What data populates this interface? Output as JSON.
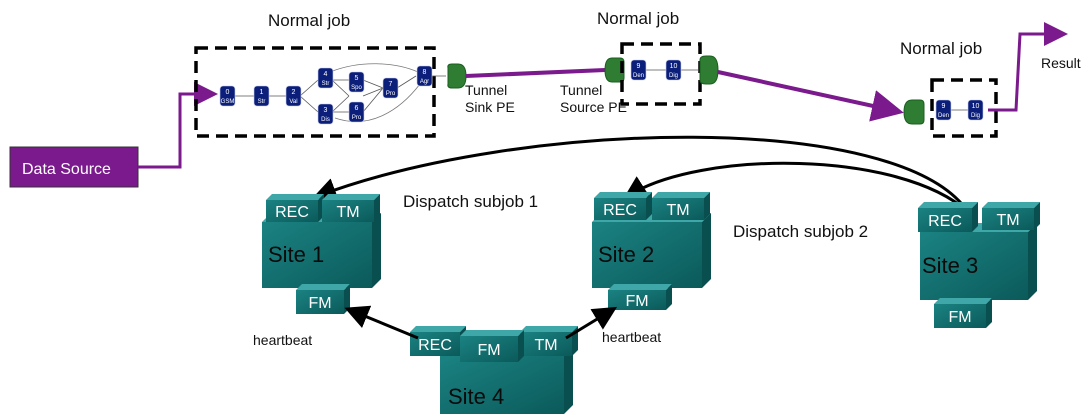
{
  "jobs": {
    "job1_label": "Normal job",
    "job2_label": "Normal job",
    "job3_label": "Normal job"
  },
  "data_source": "Data Source",
  "result": "Result",
  "tunnel_sink": [
    "Tunnel",
    "Sink PE"
  ],
  "tunnel_source": [
    "Tunnel",
    "Source PE"
  ],
  "job1_pes": [
    {
      "num": "0",
      "name": "GSM"
    },
    {
      "num": "1",
      "name": "Str"
    },
    {
      "num": "2",
      "name": "Val"
    },
    {
      "num": "4",
      "name": "Str"
    },
    {
      "num": "3",
      "name": "Dis"
    },
    {
      "num": "5",
      "name": "Spo"
    },
    {
      "num": "6",
      "name": "Pro"
    },
    {
      "num": "7",
      "name": "Pro"
    },
    {
      "num": "8",
      "name": "Agr"
    }
  ],
  "job2_pes": [
    {
      "num": "9",
      "name": "Den"
    },
    {
      "num": "10",
      "name": "Dig"
    }
  ],
  "job3_pes": [
    {
      "num": "9",
      "name": "Den"
    },
    {
      "num": "10",
      "name": "Dig"
    }
  ],
  "dispatch1": "Dispatch subjob 1",
  "dispatch2": "Dispatch subjob 2",
  "heartbeat_left": "heartbeat",
  "heartbeat_right": "heartbeat",
  "sites": [
    {
      "name": "Site 1",
      "rec": "REC",
      "tm": "TM",
      "fm": "FM"
    },
    {
      "name": "Site 2",
      "rec": "REC",
      "tm": "TM",
      "fm": "FM"
    },
    {
      "name": "Site 3",
      "rec": "REC",
      "tm": "TM",
      "fm": "FM"
    },
    {
      "name": "Site 4",
      "rec": "REC",
      "tm": "TM",
      "fm": "FM"
    }
  ],
  "colors": {
    "purple": "#7b1a8c",
    "pe_blue": "#0b1f7a",
    "tunnel_green": "#2e7d32",
    "site_face": "#0f6b6b",
    "site_top": "#3fa7a7",
    "site_side": "#0a4f4f"
  }
}
